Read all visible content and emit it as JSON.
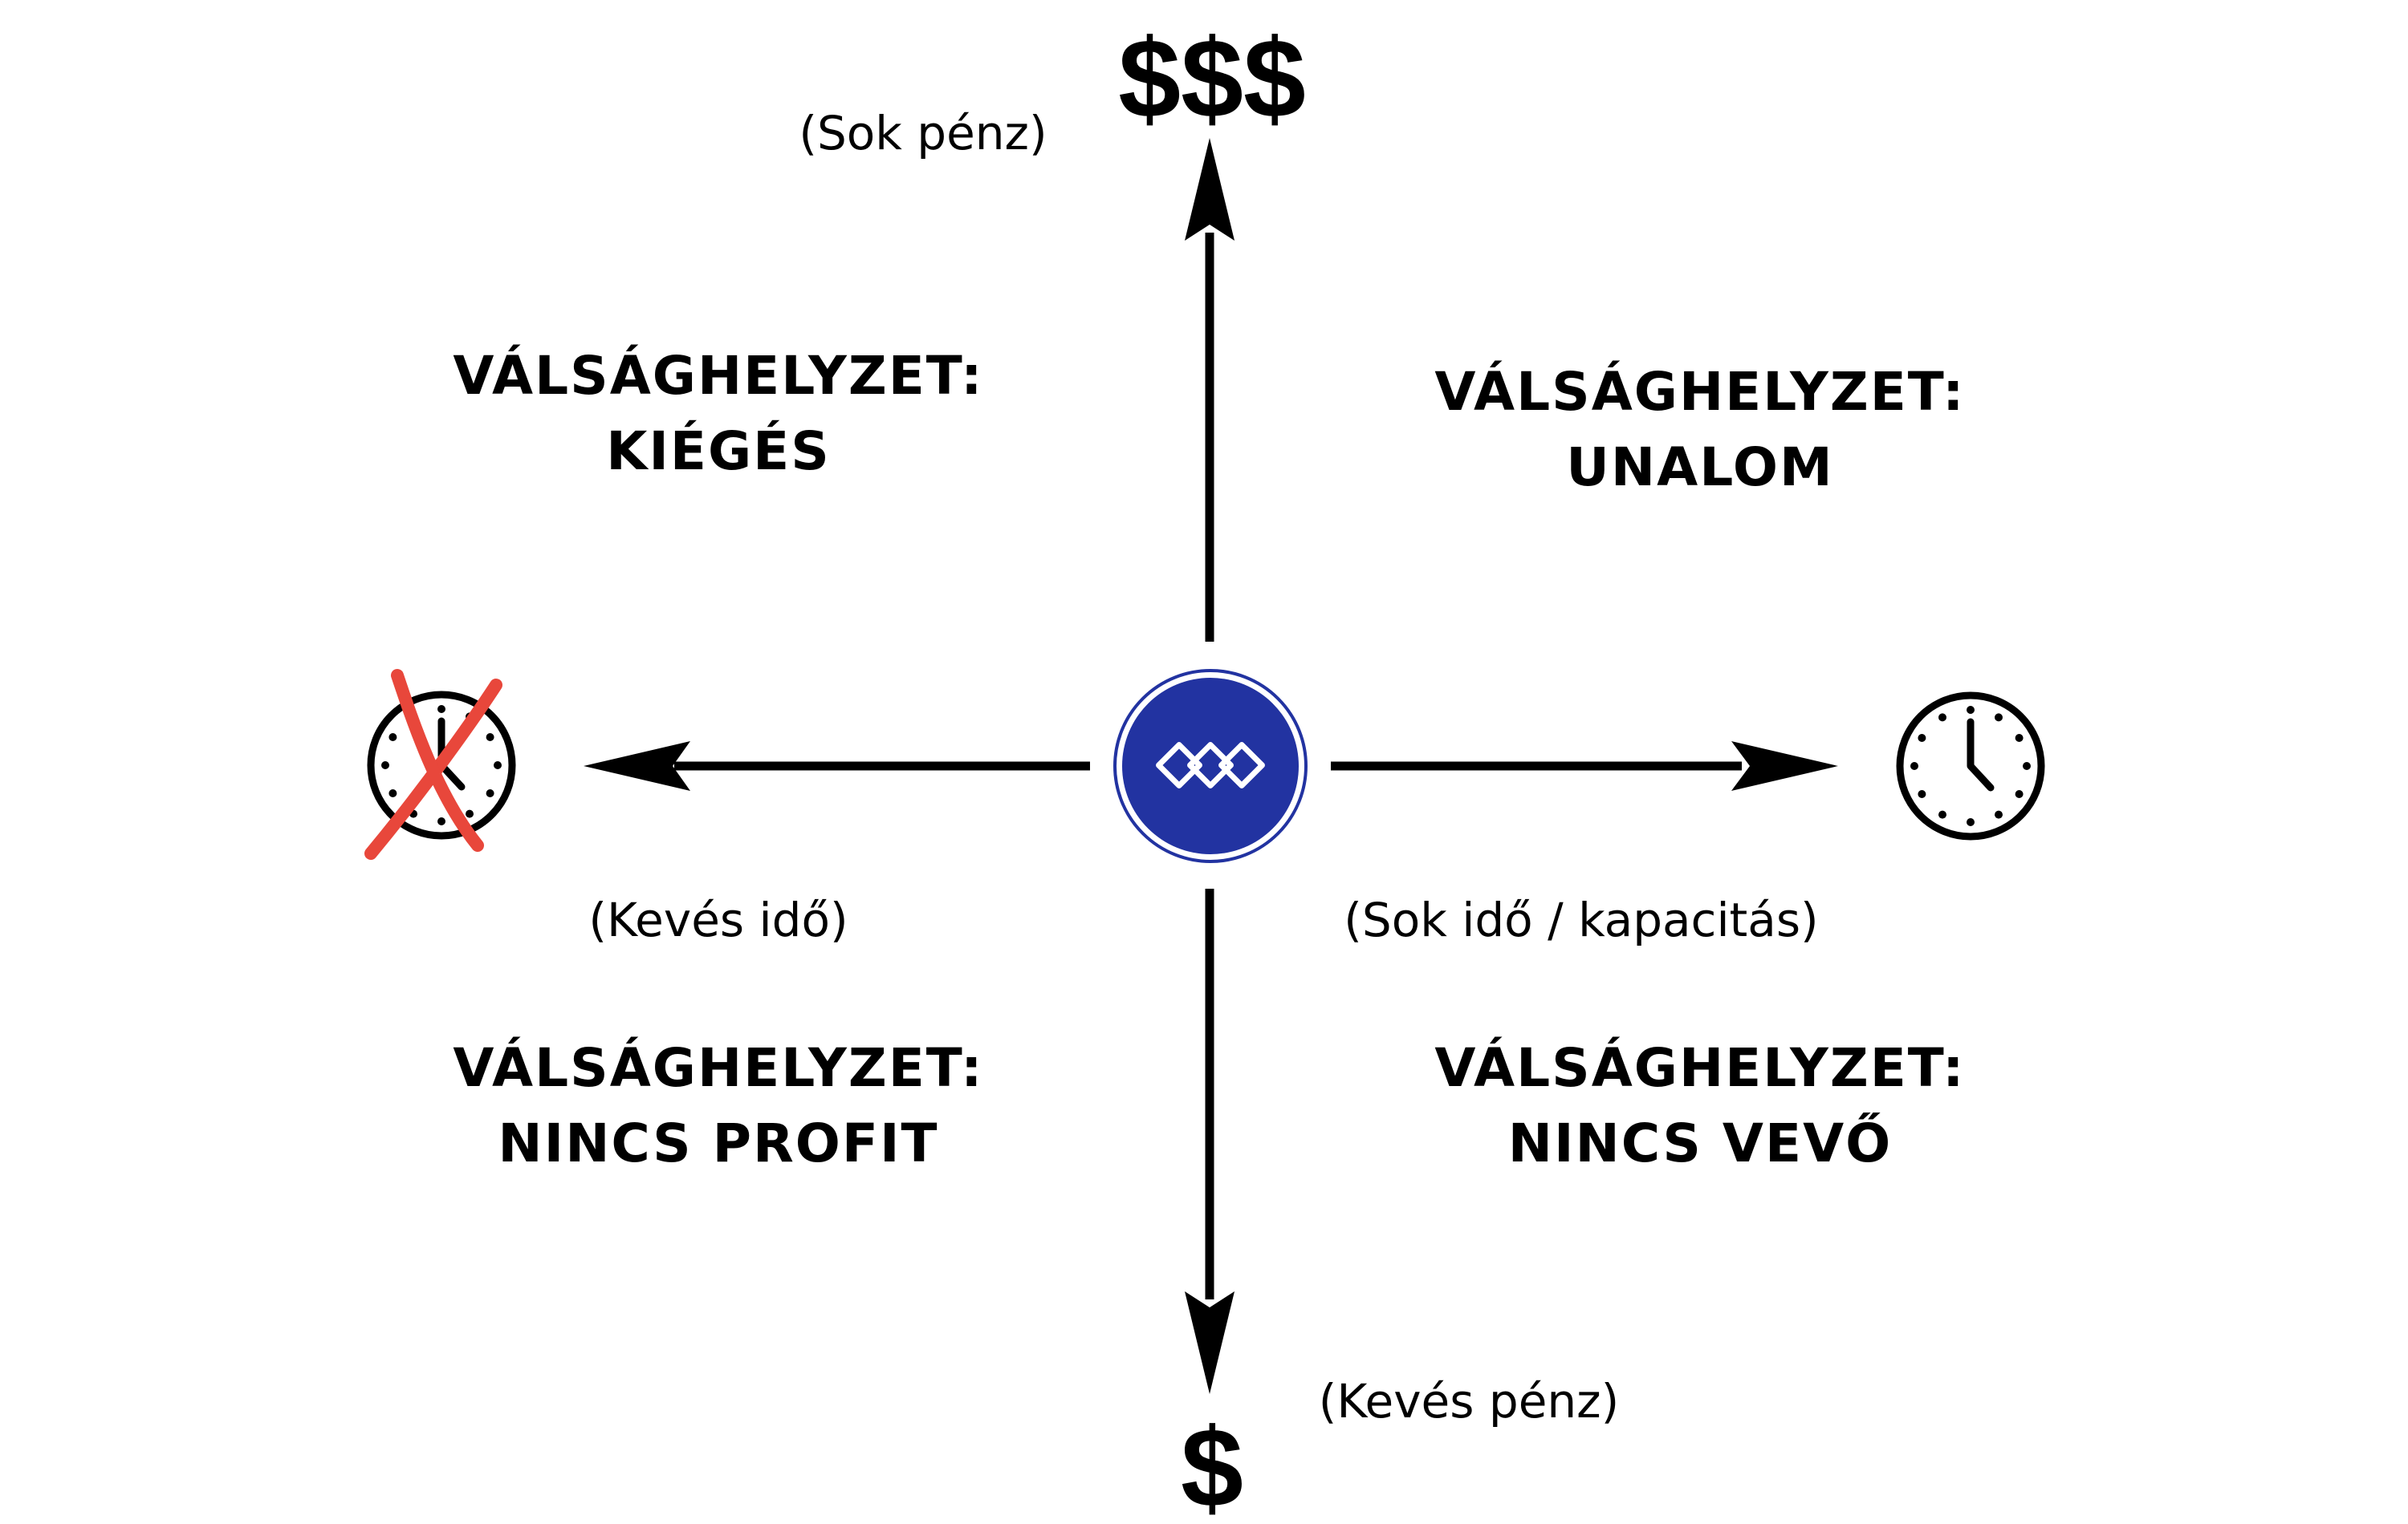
{
  "axes": {
    "top_symbol": "$$$",
    "top_label": "(Sok pénz)",
    "bottom_symbol": "$",
    "bottom_label": "(Kevés pénz)",
    "left_label": "(Kevés idő)",
    "right_label": "(Sok idő / kapacitás)"
  },
  "quadrants": {
    "top_left": {
      "line1": "VÁLSÁGHELYZET:",
      "line2": "KIÉGÉS"
    },
    "top_right": {
      "line1": "VÁLSÁGHELYZET:",
      "line2": "UNALOM"
    },
    "bottom_left": {
      "line1": "VÁLSÁGHELYZET:",
      "line2": "NINCS PROFIT"
    },
    "bottom_right": {
      "line1": "VÁLSÁGHELYZET:",
      "line2": "NINCS VEVŐ"
    }
  },
  "icons": {
    "left": "crossed-out-clock-icon",
    "right": "clock-icon",
    "center": "logo-icon"
  },
  "colors": {
    "axis": "#000000",
    "center_fill": "#2233a1",
    "cross": "#e8473b"
  }
}
